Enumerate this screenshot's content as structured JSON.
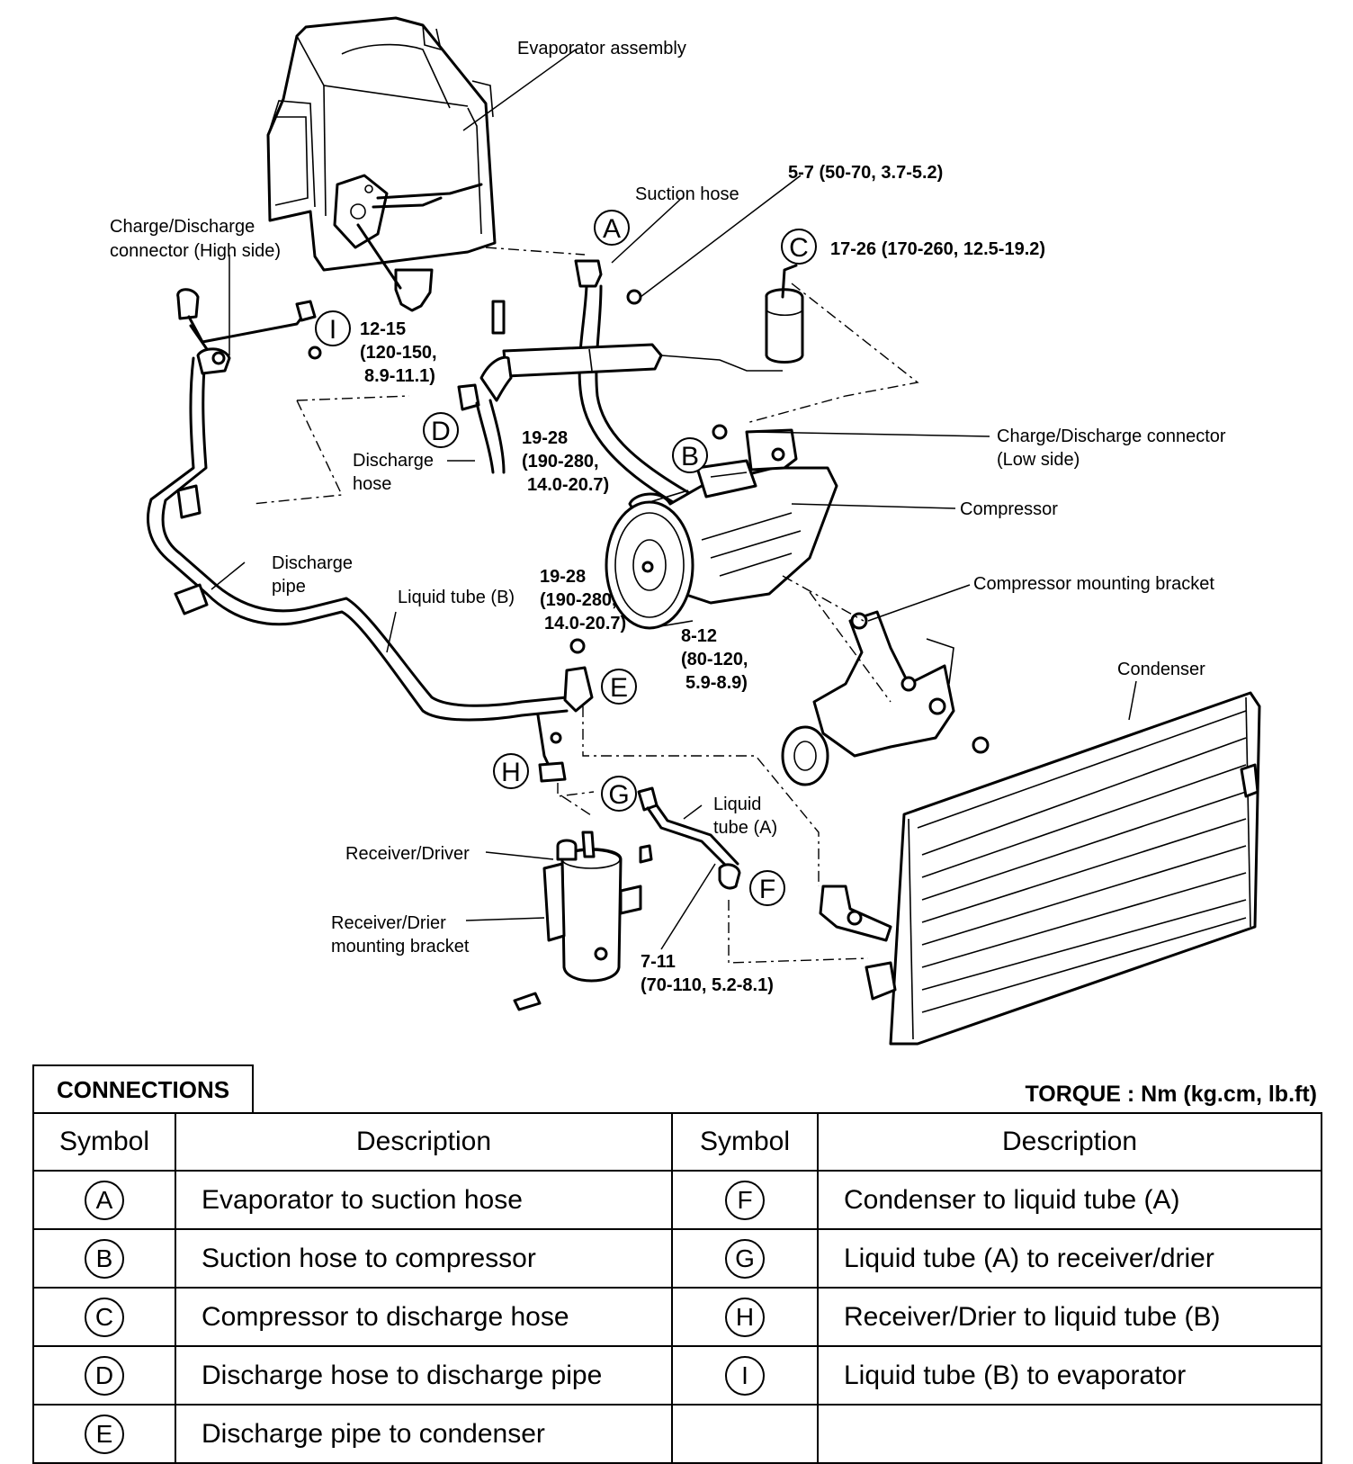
{
  "diagram": {
    "labels": {
      "evaporator": "Evaporator assembly",
      "suction_hose": "Suction hose",
      "charge_high_1": "Charge/Discharge",
      "charge_high_2": "connector (High side)",
      "charge_low_1": "Charge/Discharge connector",
      "charge_low_2": "(Low side)",
      "compressor": "Compressor",
      "compressor_bracket": "Compressor mounting bracket",
      "condenser": "Condenser",
      "discharge_hose_1": "Discharge",
      "discharge_hose_2": "hose",
      "discharge_pipe_1": "Discharge",
      "discharge_pipe_2": "pipe",
      "liquid_tube_b": "Liquid tube (B)",
      "liquid_tube_a_1": "Liquid",
      "liquid_tube_a_2": "tube (A)",
      "receiver": "Receiver/Driver",
      "receiver_bracket_1": "Receiver/Drier",
      "receiver_bracket_2": "mounting bracket"
    },
    "torques": {
      "t_5_7": "5-7 (50-70, 3.7-5.2)",
      "t_17_26": "17-26 (170-260, 12.5-19.2)",
      "t_12_15_a": "12-15",
      "t_12_15_b": "(120-150,",
      "t_12_15_c": "8.9-11.1)",
      "t_19_28d_a": "19-28",
      "t_19_28d_b": "(190-280,",
      "t_19_28d_c": "14.0-20.7)",
      "t_19_28e_a": "19-28",
      "t_19_28e_b": "(190-280,",
      "t_19_28e_c": "14.0-20.7)",
      "t_8_12_a": "8-12",
      "t_8_12_b": "(80-120,",
      "t_8_12_c": "5.9-8.9)",
      "t_7_11_a": "7-11",
      "t_7_11_b": "(70-110, 5.2-8.1)"
    },
    "markers": {
      "A": "A",
      "B": "B",
      "C": "C",
      "D": "D",
      "E": "E",
      "F": "F",
      "G": "G",
      "H": "H",
      "I": "I"
    }
  },
  "connections": {
    "title": "CONNECTIONS",
    "torque_unit": "TORQUE : Nm (kg.cm, lb.ft)",
    "headers": {
      "symbol_left": "Symbol",
      "description_left": "Description",
      "symbol_right": "Symbol",
      "description_right": "Description"
    },
    "rows": [
      {
        "left_symbol": "A",
        "left_description": "Evaporator to suction hose",
        "right_symbol": "F",
        "right_description": "Condenser to liquid tube (A)"
      },
      {
        "left_symbol": "B",
        "left_description": "Suction hose to compressor",
        "right_symbol": "G",
        "right_description": "Liquid tube (A) to receiver/drier"
      },
      {
        "left_symbol": "C",
        "left_description": "Compressor to discharge hose",
        "right_symbol": "H",
        "right_description": "Receiver/Drier to liquid tube (B)"
      },
      {
        "left_symbol": "D",
        "left_description": "Discharge hose to discharge pipe",
        "right_symbol": "I",
        "right_description": "Liquid tube (B) to evaporator"
      },
      {
        "left_symbol": "E",
        "left_description": "Discharge pipe to condenser",
        "right_symbol": "",
        "right_description": ""
      }
    ]
  }
}
